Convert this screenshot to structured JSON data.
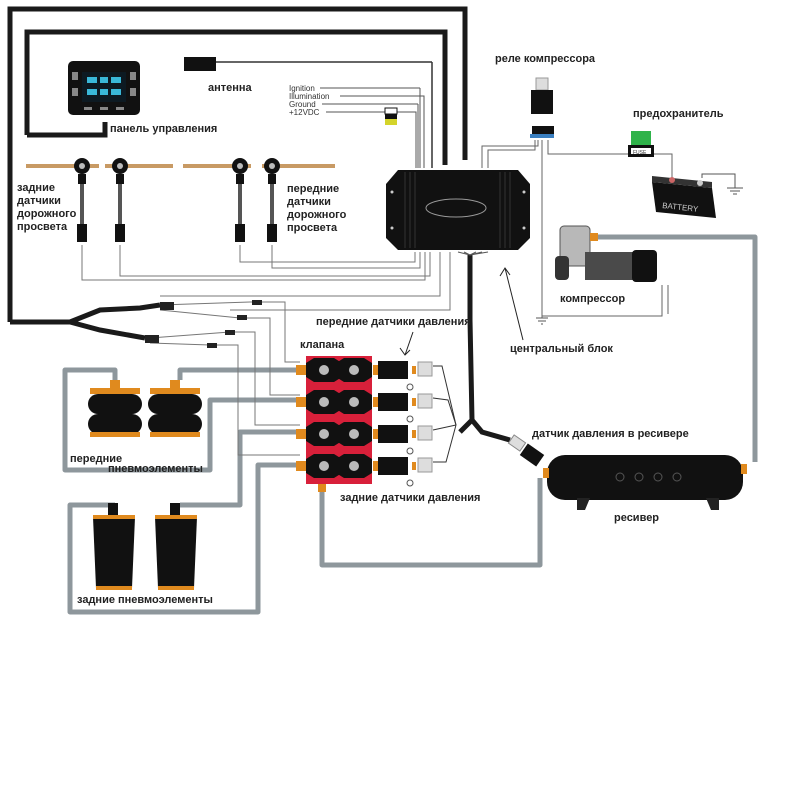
{
  "title": "Схема подключения пневмоподвески",
  "labels": {
    "antenna": "антенна",
    "control_panel": "панель управления",
    "rear_height_sensors": [
      "задние",
      "датчики",
      "дорожного",
      "просвета"
    ],
    "front_height_sensors": [
      "передние",
      "датчики",
      "дорожного",
      "просвета"
    ],
    "ignition": "Ignition",
    "illumination": "Illumination",
    "ground": "Ground",
    "power": "+12VDC",
    "compressor_relay": "реле компрессора",
    "fuse": "предохранитель",
    "fuse_mark": "FUSE",
    "battery_mark": "BATTERY",
    "compressor": "компрессор",
    "central_unit": "центральный блок",
    "front_pressure_sensors": "передние датчики давления",
    "valves": "клапана",
    "tank_pressure_sensor": "датчик давления в ресивере",
    "front_airbags": [
      "передние",
      "пневмоэлементы"
    ],
    "rear_pressure_sensors": "задние датчики давления",
    "tank": "ресивер",
    "rear_airbags": "задние пневмоэлементы"
  },
  "colors": {
    "wire": "#1a1a1a",
    "thin_wire": "#555555",
    "air_line": "#8e979c",
    "fitting": "#e08a1e",
    "valve_block": "#d8203a",
    "fuse_green": "#2fb34a",
    "power_yellow": "#d4d42a",
    "display_cyan": "#3ab8d8"
  }
}
